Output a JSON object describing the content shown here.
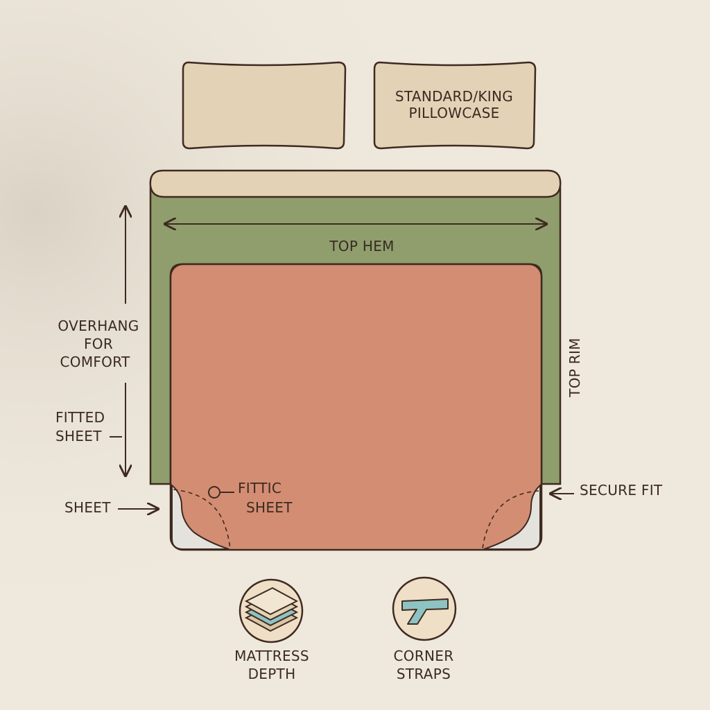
{
  "pillowcase": {
    "label_line1": "STANDARD/KING",
    "label_line2": "PILLOWCASE"
  },
  "labels": {
    "top_hem": "TOP HEM",
    "top_rim": "TOP RIM",
    "overhang_line1": "OVERHANG",
    "overhang_line2": "FOR",
    "overhang_line3": "COMFORT",
    "fitted_sheet_line1": "FITTED",
    "fitted_sheet_line2": "SHEET",
    "sheet": "SHEET",
    "fittic_line1": "FITTIC",
    "fittic_line2": "SHEET",
    "secure_fit": "SECURE FIT"
  },
  "features": [
    {
      "icon": "mattress-layers-icon",
      "line1": "MATTRESS",
      "line2": "DEPTH"
    },
    {
      "icon": "corner-strap-icon",
      "line1": "CORNER",
      "line2": "STRAPS"
    }
  ],
  "colors": {
    "background": "#efe9dd",
    "pillow": "#e3d2b5",
    "outline": "#3f2a20",
    "flat_sheet": "#8f9e6c",
    "fitted_sheet": "#d38d73",
    "corner_pocket": "#e4e2dc",
    "strap": "#8ec3c4"
  }
}
